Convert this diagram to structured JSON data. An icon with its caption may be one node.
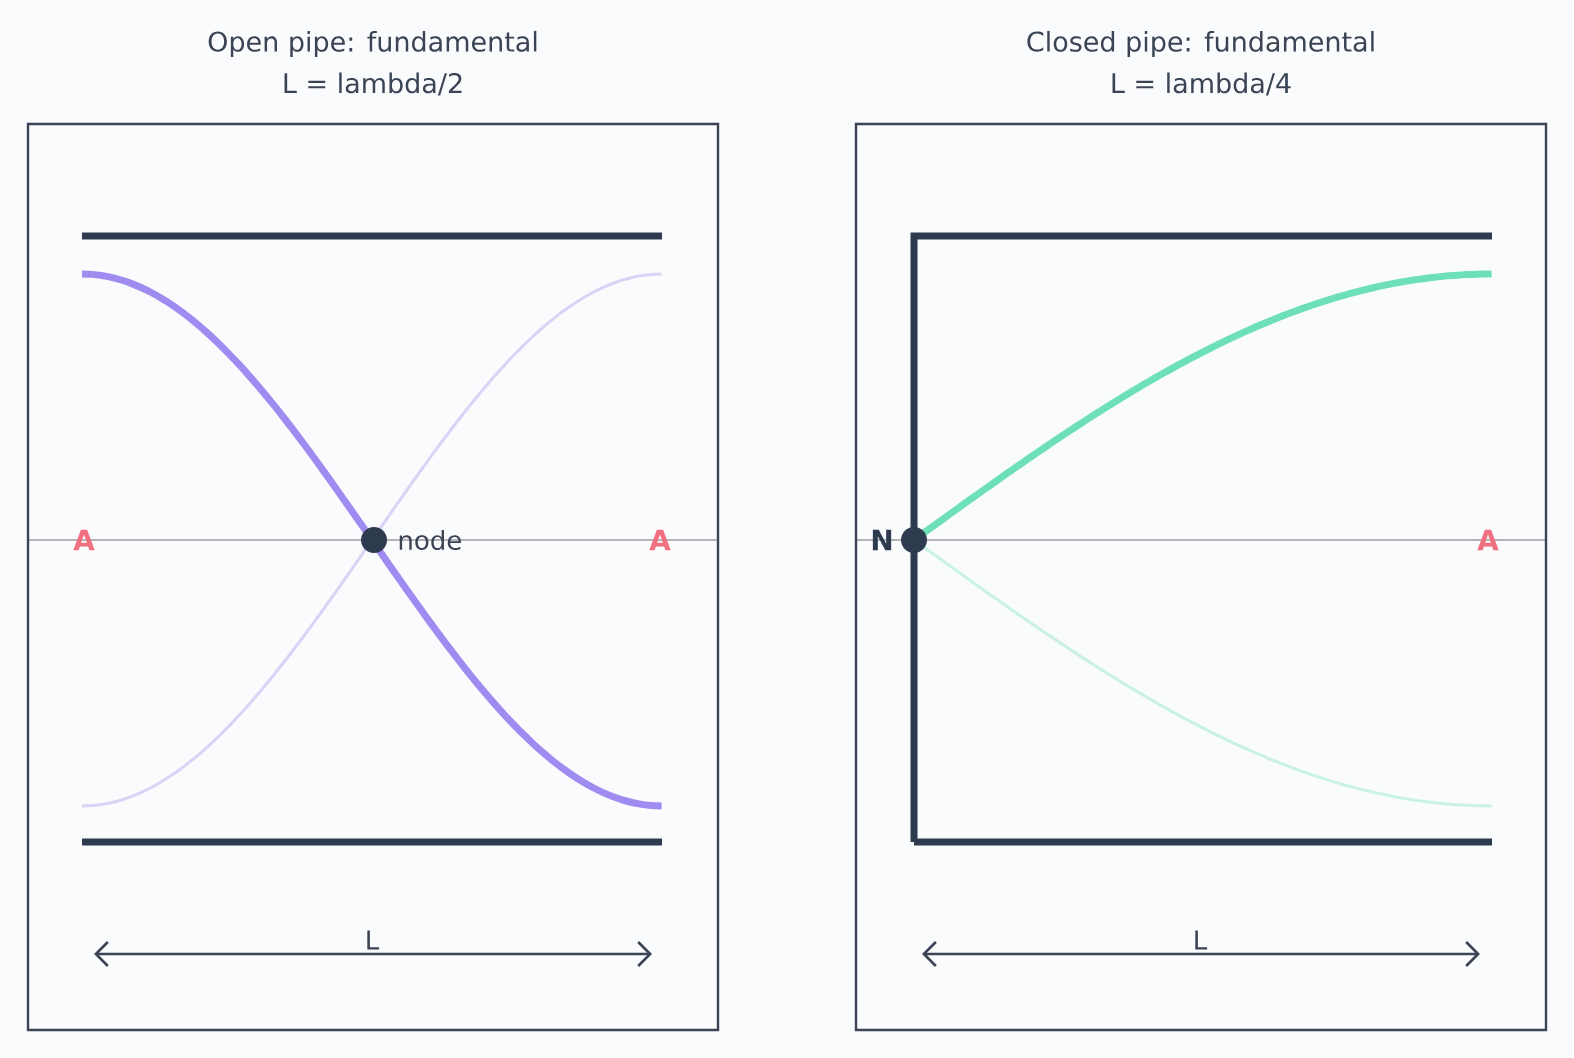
{
  "diagram": {
    "nodes": [
      {
        "text": [
          "Open pipe: fundamental",
          "L = lambda/2"
        ]
      },
      {
        "text": [
          "Closed pipe: fundamental",
          "L = lambda/4"
        ]
      }
    ],
    "edges": [],
    "labels": [
      "A",
      "node",
      "A",
      "L",
      "N",
      "A",
      "L"
    ]
  }
}
